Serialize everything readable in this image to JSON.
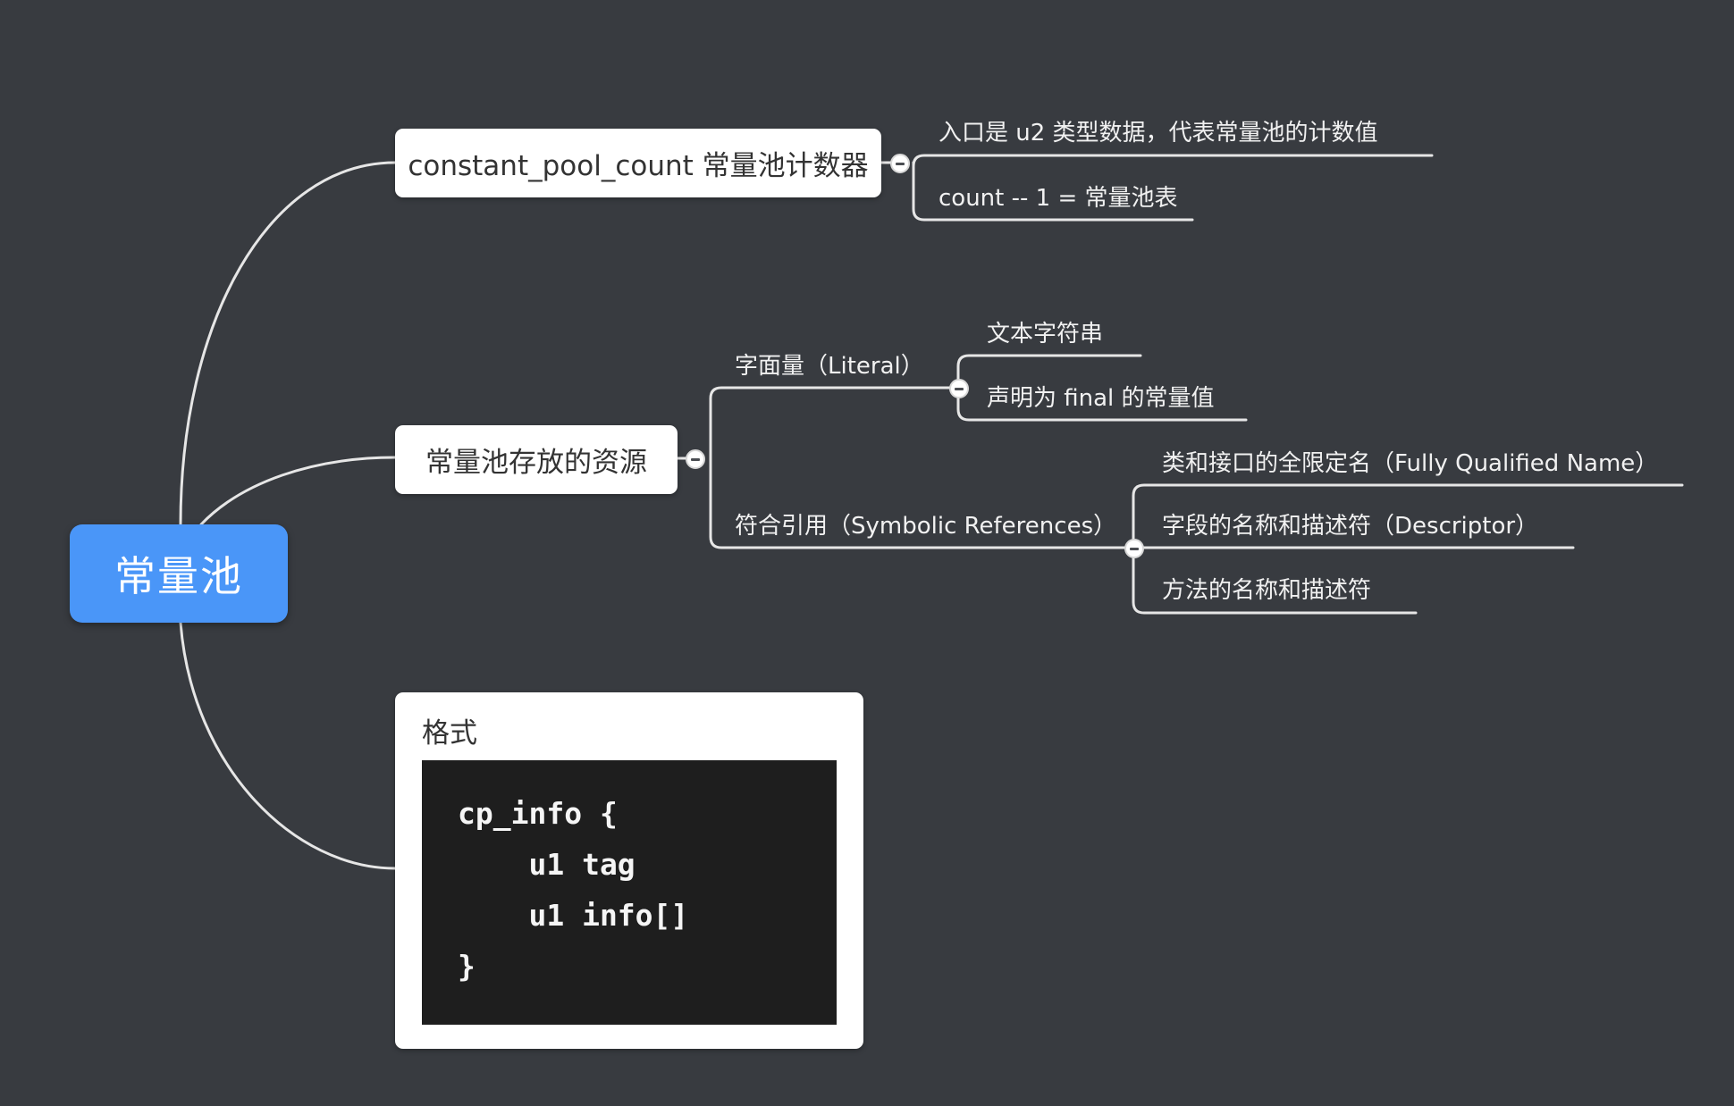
{
  "root": {
    "label": "常量池"
  },
  "branches": {
    "counter": {
      "label": "constant_pool_count 常量池计数器",
      "children": [
        "入口是 u2 类型数据，代表常量池的计数值",
        "count -- 1 = 常量池表"
      ]
    },
    "resources": {
      "label": "常量池存放的资源",
      "literal": {
        "label": "字面量（Literal）",
        "children": [
          "文本字符串",
          "声明为 final 的常量值"
        ]
      },
      "symbolic": {
        "label": "符合引用（Symbolic References）",
        "children": [
          "类和接口的全限定名（Fully Qualified Name）",
          "字段的名称和描述符（Descriptor）",
          "方法的名称和描述符"
        ]
      }
    },
    "format": {
      "label": "格式",
      "code_lines": [
        "cp_info {",
        "    u1 tag",
        "    u1 info[]",
        "}"
      ]
    }
  },
  "colors": {
    "background": "#383b40",
    "root": "#4a96f8",
    "connector": "#e8e8e8",
    "code_background": "#1e1e1e"
  }
}
